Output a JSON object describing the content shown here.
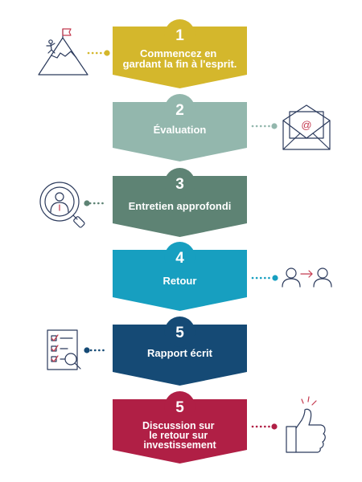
{
  "colors": {
    "navy": "#2b3a5c",
    "icon_red": "#c43a4f"
  },
  "steps": [
    {
      "number": "1",
      "label_lines": [
        "Commencez en",
        "gardant la fin à l'esprit."
      ],
      "color": "#d4b72c",
      "icon": "mountain-flag-icon",
      "icon_side": "left"
    },
    {
      "number": "2",
      "label_lines": [
        "Évaluation"
      ],
      "color": "#93b7ad",
      "icon": "envelope-at-icon",
      "icon_side": "right"
    },
    {
      "number": "3",
      "label_lines": [
        "Entretien approfondi"
      ],
      "color": "#5e8374",
      "icon": "magnifier-person-icon",
      "icon_side": "left"
    },
    {
      "number": "4",
      "label_lines": [
        "Retour"
      ],
      "color": "#179fc0",
      "icon": "people-exchange-icon",
      "icon_side": "right"
    },
    {
      "number": "5",
      "label_lines": [
        "Rapport écrit"
      ],
      "color": "#154a75",
      "icon": "checklist-magnifier-icon",
      "icon_side": "left"
    },
    {
      "number": "5",
      "label_lines": [
        "Discussion sur",
        "le retour sur",
        "investissement"
      ],
      "color": "#b01f45",
      "icon": "thumbs-up-icon",
      "icon_side": "right"
    }
  ]
}
